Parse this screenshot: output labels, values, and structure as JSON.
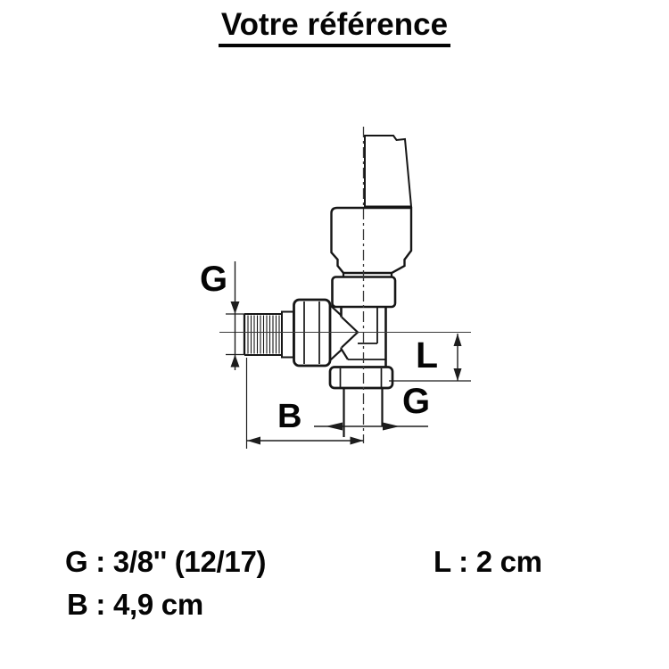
{
  "title": "Votre référence",
  "diagram": {
    "name": "angle-radiator-valve-dimension-drawing",
    "dimension_labels": {
      "g_left": "G",
      "l_right": "L",
      "b_bottom": "B",
      "g_bottom_right": "G"
    }
  },
  "specs": {
    "g": "G : 3/8'' (12/17)",
    "l": "L : 2 cm",
    "b": "B : 4,9 cm"
  },
  "colors": {
    "ink": "#161616",
    "background": "#ffffff"
  }
}
